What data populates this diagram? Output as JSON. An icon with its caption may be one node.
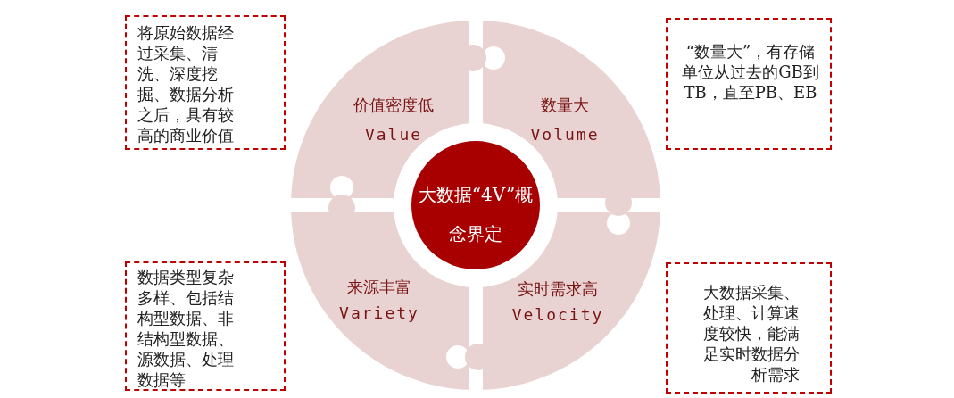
{
  "diagram": {
    "nodes": [
      {
        "text": [
          "将原始数据经过采集、清洗、深度挖掘、数据分析之后，具有较高的商业价值"
        ]
      },
      {
        "text": [
          "价值密度低",
          "Value"
        ]
      },
      {
        "text": [
          "数量大",
          "Volume"
        ]
      },
      {
        "text": [
          "“数量大”，有存储单位从过去的GB到TB，直至PB、EB"
        ]
      },
      {
        "text": [
          "大数据“4V”概念界定"
        ]
      },
      {
        "text": [
          "数据类型复杂多样、包括结构型数据、非结构型数据、源数据、处理数据等"
        ]
      },
      {
        "text": [
          "来源丰富",
          "Variety"
        ]
      },
      {
        "text": [
          "实时需求高",
          "Velocity"
        ]
      },
      {
        "text": [
          "大数据采集、处理、计算速度较快，能满足实时数据分析需求"
        ]
      }
    ]
  }
}
